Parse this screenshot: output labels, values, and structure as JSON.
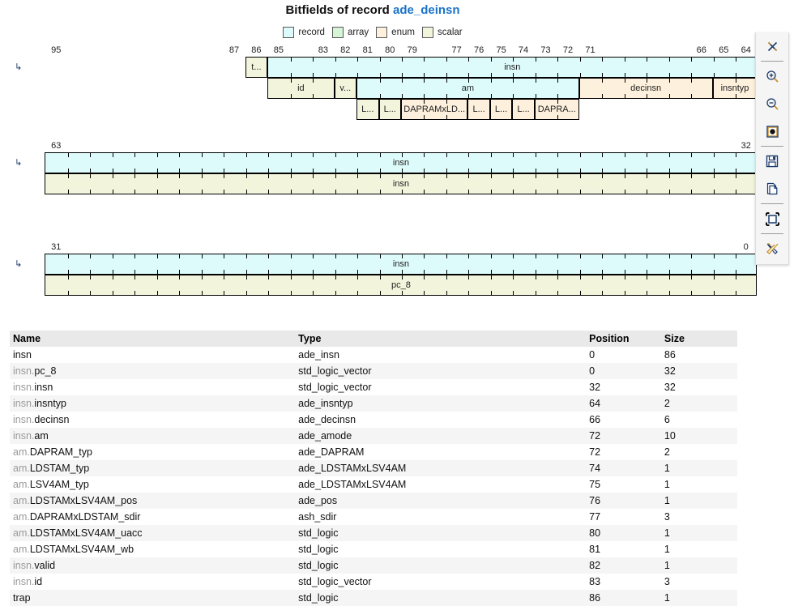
{
  "title": {
    "prefix": "Bitfields of record ",
    "record": "ade_deinsn"
  },
  "legend": [
    {
      "label": "record",
      "color": "#ddfbfb"
    },
    {
      "label": "array",
      "color": "#d6f5d6"
    },
    {
      "label": "enum",
      "color": "#fdf0dc"
    },
    {
      "label": "scalar",
      "color": "#f2f5dc"
    }
  ],
  "colors": {
    "record": "#ddfbfb",
    "array": "#d6f5d6",
    "enum": "#fdf0dc",
    "scalar": "#f2f5dc",
    "border": "#000000",
    "record_text": "#1a73c8",
    "prefix_text": "#9a9a9a",
    "header_bg": "#e9e9e9",
    "stripe_bg": "#f5f5f5"
  },
  "diagram": {
    "rows": [
      {
        "name": "row-95-64",
        "arrow": "↳",
        "ticks": [
          {
            "bit": 95,
            "label": "95"
          },
          {
            "bit": 87,
            "label": "87"
          },
          {
            "bit": 86,
            "label": "86"
          },
          {
            "bit": 85,
            "label": "85"
          },
          {
            "bit": 83,
            "label": "83"
          },
          {
            "bit": 82,
            "label": "82"
          },
          {
            "bit": 81,
            "label": "81"
          },
          {
            "bit": 80,
            "label": "80"
          },
          {
            "bit": 79,
            "label": "79"
          },
          {
            "bit": 77,
            "label": "77"
          },
          {
            "bit": 76,
            "label": "76"
          },
          {
            "bit": 75,
            "label": "75"
          },
          {
            "bit": 74,
            "label": "74"
          },
          {
            "bit": 73,
            "label": "73"
          },
          {
            "bit": 72,
            "label": "72"
          },
          {
            "bit": 71,
            "label": "71"
          },
          {
            "bit": 66,
            "label": "66"
          },
          {
            "bit": 65,
            "label": "65"
          },
          {
            "bit": 64,
            "label": "64"
          }
        ],
        "lanes": [
          [
            {
              "label": "t...",
              "hi": 86,
              "lo": 86,
              "kind": "scalar"
            },
            {
              "label": "insn",
              "hi": 85,
              "lo": 64,
              "kind": "record"
            }
          ],
          [
            {
              "label": "id",
              "hi": 85,
              "lo": 83,
              "kind": "scalar"
            },
            {
              "label": "v...",
              "hi": 82,
              "lo": 82,
              "kind": "scalar"
            },
            {
              "label": "am",
              "hi": 81,
              "lo": 72,
              "kind": "record"
            },
            {
              "label": "decinsn",
              "hi": 71,
              "lo": 66,
              "kind": "enum"
            },
            {
              "label": "insntyp",
              "hi": 65,
              "lo": 64,
              "kind": "enum"
            }
          ],
          [
            {
              "label": "L...",
              "hi": 81,
              "lo": 81,
              "kind": "scalar"
            },
            {
              "label": "L...",
              "hi": 80,
              "lo": 80,
              "kind": "scalar"
            },
            {
              "label": "DAPRAMxLD...",
              "hi": 79,
              "lo": 77,
              "kind": "enum"
            },
            {
              "label": "L...",
              "hi": 76,
              "lo": 76,
              "kind": "enum"
            },
            {
              "label": "L...",
              "hi": 75,
              "lo": 75,
              "kind": "enum"
            },
            {
              "label": "L...",
              "hi": 74,
              "lo": 74,
              "kind": "enum"
            },
            {
              "label": "DAPRA...",
              "hi": 73,
              "lo": 72,
              "kind": "enum"
            }
          ]
        ]
      },
      {
        "name": "row-63-32",
        "arrow": "↳",
        "ticks": [
          {
            "bit": 63,
            "label": "63"
          },
          {
            "bit": 32,
            "label": "32"
          }
        ],
        "lanes": [
          [
            {
              "label": "insn",
              "hi": 63,
              "lo": 32,
              "kind": "record"
            }
          ],
          [
            {
              "label": "insn",
              "hi": 63,
              "lo": 32,
              "kind": "scalar"
            }
          ]
        ]
      },
      {
        "name": "row-31-0",
        "arrow": "↳",
        "ticks": [
          {
            "bit": 31,
            "label": "31"
          },
          {
            "bit": 0,
            "label": "0"
          }
        ],
        "lanes": [
          [
            {
              "label": "insn",
              "hi": 31,
              "lo": 0,
              "kind": "record"
            }
          ],
          [
            {
              "label": "pc_8",
              "hi": 31,
              "lo": 0,
              "kind": "scalar"
            }
          ]
        ]
      }
    ]
  },
  "table": {
    "columns": [
      "Name",
      "Type",
      "Position",
      "Size"
    ],
    "rows": [
      {
        "prefix": "",
        "name": "insn",
        "type": "ade_insn",
        "position": "0",
        "size": "86"
      },
      {
        "prefix": "insn.",
        "name": "pc_8",
        "type": "std_logic_vector",
        "position": "0",
        "size": "32"
      },
      {
        "prefix": "insn.",
        "name": "insn",
        "type": "std_logic_vector",
        "position": "32",
        "size": "32"
      },
      {
        "prefix": "insn.",
        "name": "insntyp",
        "type": "ade_insntyp",
        "position": "64",
        "size": "2"
      },
      {
        "prefix": "insn.",
        "name": "decinsn",
        "type": "ade_decinsn",
        "position": "66",
        "size": "6"
      },
      {
        "prefix": "insn.",
        "name": "am",
        "type": "ade_amode",
        "position": "72",
        "size": "10"
      },
      {
        "prefix": "am.",
        "name": "DAPRAM_typ",
        "type": "ade_DAPRAM",
        "position": "72",
        "size": "2"
      },
      {
        "prefix": "am.",
        "name": "LDSTAM_typ",
        "type": "ade_LDSTAMxLSV4AM",
        "position": "74",
        "size": "1"
      },
      {
        "prefix": "am.",
        "name": "LSV4AM_typ",
        "type": "ade_LDSTAMxLSV4AM",
        "position": "75",
        "size": "1"
      },
      {
        "prefix": "am.",
        "name": "LDSTAMxLSV4AM_pos",
        "type": "ade_pos",
        "position": "76",
        "size": "1"
      },
      {
        "prefix": "am.",
        "name": "DAPRAMxLDSTAM_sdir",
        "type": "ash_sdir",
        "position": "77",
        "size": "3"
      },
      {
        "prefix": "am.",
        "name": "LDSTAMxLSV4AM_uacc",
        "type": "std_logic",
        "position": "80",
        "size": "1"
      },
      {
        "prefix": "am.",
        "name": "LDSTAMxLSV4AM_wb",
        "type": "std_logic",
        "position": "81",
        "size": "1"
      },
      {
        "prefix": "insn.",
        "name": "valid",
        "type": "std_logic",
        "position": "82",
        "size": "1"
      },
      {
        "prefix": "insn.",
        "name": "id",
        "type": "std_logic_vector",
        "position": "83",
        "size": "3"
      },
      {
        "prefix": "",
        "name": "trap",
        "type": "std_logic",
        "position": "86",
        "size": "1"
      }
    ]
  },
  "toolbar": {
    "buttons": [
      {
        "icon": "close-icon",
        "tip": "Close"
      },
      {
        "sep": true
      },
      {
        "icon": "zoom-in-icon",
        "tip": "Zoom in"
      },
      {
        "icon": "zoom-out-icon",
        "tip": "Zoom out"
      },
      {
        "icon": "zoom-reset-icon",
        "tip": "Zoom reset"
      },
      {
        "sep": true
      },
      {
        "icon": "save-icon",
        "tip": "Save"
      },
      {
        "icon": "copy-icon",
        "tip": "Copy"
      },
      {
        "sep": true
      },
      {
        "icon": "fit-icon",
        "tip": "Fit to window"
      },
      {
        "sep": true
      },
      {
        "icon": "tools-icon",
        "tip": "Tools"
      }
    ]
  }
}
